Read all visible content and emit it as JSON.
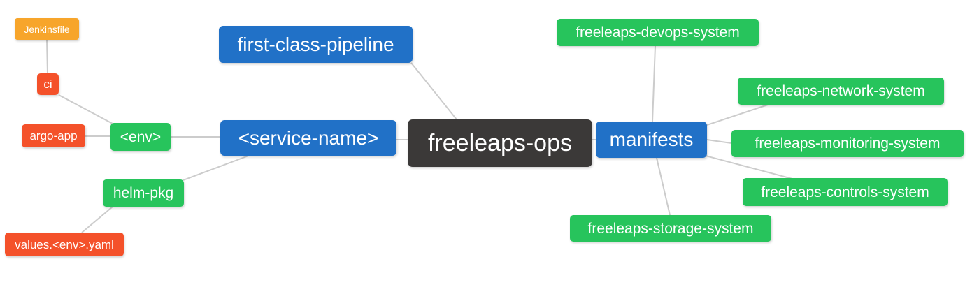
{
  "diagram": {
    "type": "mindmap",
    "root_id": "freeleaps_ops",
    "palette": {
      "root": "#3B3938",
      "level1": "#2171C7",
      "level2": "#27C45C",
      "level3": "#F4512A",
      "level4": "#F7A52B",
      "edge": "#CCCCCC",
      "text": "#FFFFFF",
      "background": "#FFFFFF"
    },
    "edges": [
      {
        "from": "jenkinsfile",
        "to": "ci"
      },
      {
        "from": "ci",
        "to": "env"
      },
      {
        "from": "argo_app",
        "to": "env"
      },
      {
        "from": "env",
        "to": "service_name"
      },
      {
        "from": "helm_pkg",
        "to": "service_name"
      },
      {
        "from": "values_env_yaml",
        "to": "helm_pkg"
      },
      {
        "from": "first_class_pipeline",
        "to": "freeleaps_ops"
      },
      {
        "from": "service_name",
        "to": "freeleaps_ops"
      },
      {
        "from": "freeleaps_ops",
        "to": "manifests"
      },
      {
        "from": "manifests",
        "to": "devops_system"
      },
      {
        "from": "manifests",
        "to": "network_system"
      },
      {
        "from": "manifests",
        "to": "monitoring_system"
      },
      {
        "from": "manifests",
        "to": "controls_system"
      },
      {
        "from": "manifests",
        "to": "storage_system"
      }
    ]
  },
  "nodes": {
    "jenkinsfile": {
      "label": "Jenkinsfile"
    },
    "ci": {
      "label": "ci"
    },
    "argo_app": {
      "label": "argo-app"
    },
    "env": {
      "label": "<env>"
    },
    "helm_pkg": {
      "label": "helm-pkg"
    },
    "values_env_yaml": {
      "label": "values.<env>.yaml"
    },
    "first_class_pipeline": {
      "label": "first-class-pipeline"
    },
    "service_name": {
      "label": "<service-name>"
    },
    "freeleaps_ops": {
      "label": "freeleaps-ops"
    },
    "manifests": {
      "label": "manifests"
    },
    "devops_system": {
      "label": "freeleaps-devops-system"
    },
    "network_system": {
      "label": "freeleaps-network-system"
    },
    "monitoring_system": {
      "label": "freeleaps-monitoring-system"
    },
    "controls_system": {
      "label": "freeleaps-controls-system"
    },
    "storage_system": {
      "label": "freeleaps-storage-system"
    }
  }
}
